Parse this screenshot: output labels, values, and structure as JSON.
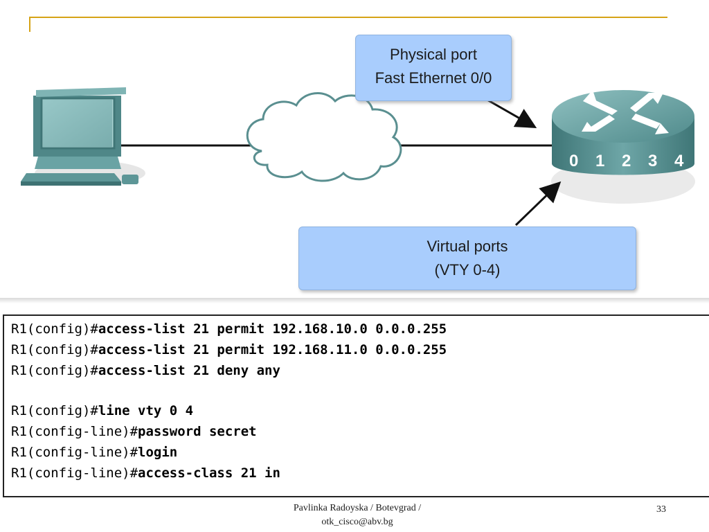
{
  "diagram": {
    "physical_callout": {
      "line1": "Physical port",
      "line2": "Fast Ethernet 0/0"
    },
    "virtual_callout": {
      "line1": "Virtual ports",
      "line2": "(VTY 0-4)"
    },
    "router_port_labels": [
      "0",
      "1",
      "2",
      "3",
      "4"
    ],
    "nodes": [
      {
        "name": "computer-icon"
      },
      {
        "name": "network-cloud-icon"
      },
      {
        "name": "router-icon"
      }
    ]
  },
  "cli": {
    "lines": [
      {
        "prompt": "R1(config)#",
        "command": "access-list 21 permit 192.168.10.0 0.0.0.255"
      },
      {
        "prompt": "R1(config)#",
        "command": "access-list 21 permit 192.168.11.0 0.0.0.255"
      },
      {
        "prompt": "R1(config)#",
        "command": "access-list 21 deny any"
      },
      {
        "prompt": "R1(config)#",
        "command": "line vty 0 4"
      },
      {
        "prompt": "R1(config-line)#",
        "command": "password secret"
      },
      {
        "prompt": "R1(config-line)#",
        "command": "login"
      },
      {
        "prompt": "R1(config-line)#",
        "command": "access-class 21 in"
      }
    ]
  },
  "footer": {
    "line1": "Pavlinka Radoyska / Botevgrad /",
    "line2": "otk_cisco@abv.bg",
    "page_number": "33"
  },
  "colors": {
    "accent_rule": "#d6a316",
    "callout_fill": "#a9cdfd",
    "device_teal": "#5e9a9b"
  }
}
